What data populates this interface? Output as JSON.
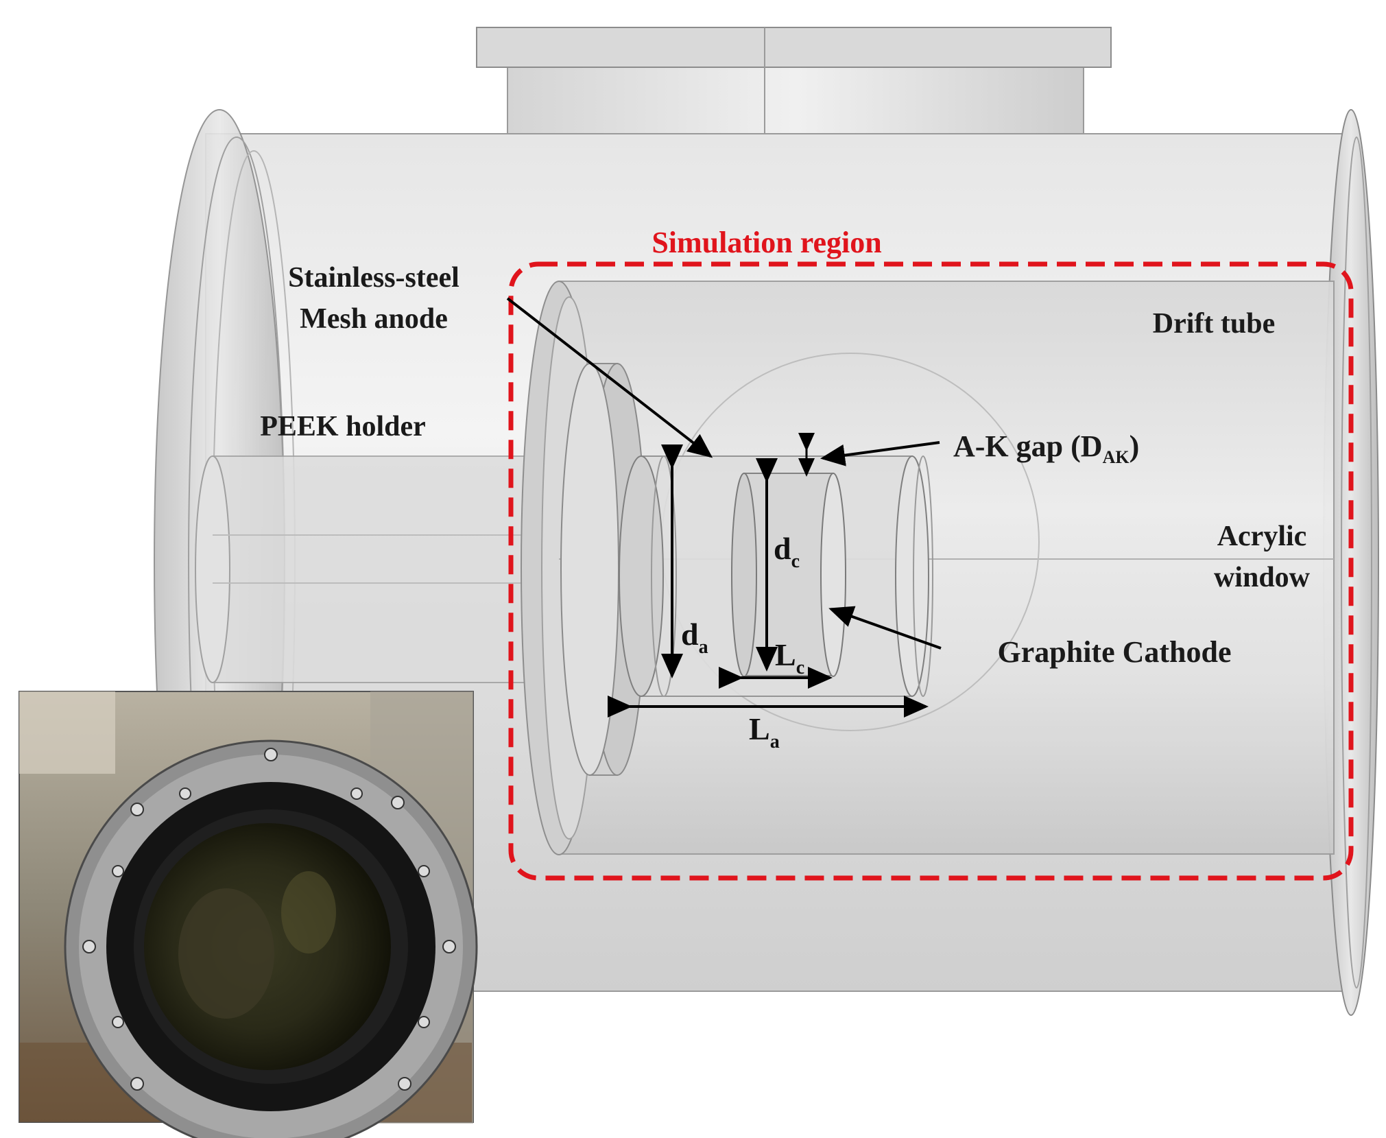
{
  "colors": {
    "region_outline": "#e0141c",
    "arrow": "#000000",
    "steel": "#d4d4d4",
    "text": "#1a1a1a"
  },
  "labels": {
    "simulation_region": "Simulation region",
    "mesh_anode_line1": "Stainless-steel",
    "mesh_anode_line2": "Mesh anode",
    "drift_tube": "Drift tube",
    "peek_holder": "PEEK holder",
    "ak_gap_main": "A-K gap (D",
    "ak_gap_sub": "AK",
    "ak_gap_close": ")",
    "acrylic_line1": "Acrylic",
    "acrylic_line2": "window",
    "graphite_cathode": "Graphite Cathode"
  },
  "dimensions": {
    "dc_main": "d",
    "dc_sub": "c",
    "da_main": "d",
    "da_sub": "a",
    "lc_main": "L",
    "lc_sub": "c",
    "la_main": "L",
    "la_sub": "a"
  },
  "inset": {
    "icon": "photo-of-chamber-window"
  }
}
